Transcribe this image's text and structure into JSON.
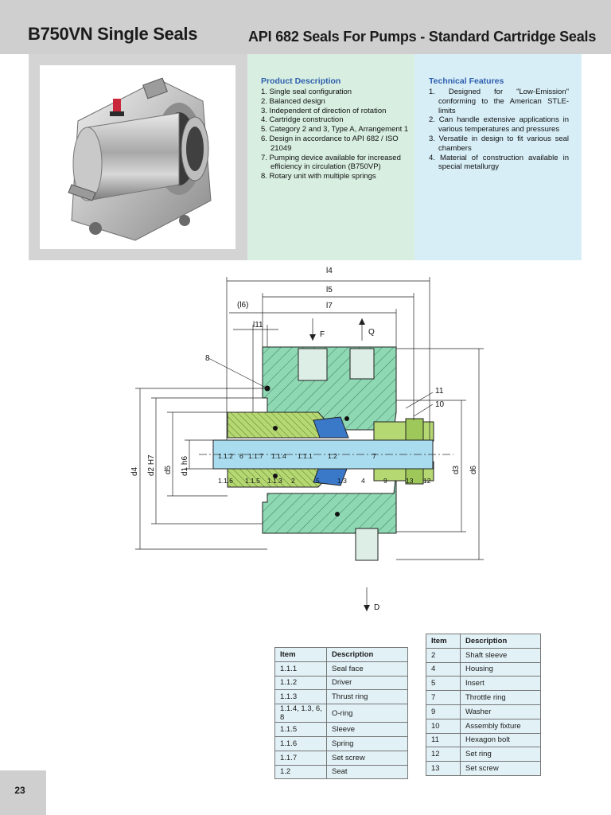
{
  "header": {
    "title_left": "B750VN Single Seals",
    "title_right": "API 682 Seals For Pumps - Standard Cartridge Seals"
  },
  "product_description": {
    "heading": "Product Description",
    "items": [
      "1. Single seal configuration",
      "2. Balanced design",
      "3. Independent of direction of rotation",
      "4. Cartridge construction",
      "5. Category 2 and 3, Type A, Arrangement 1",
      "6. Design in accordance to API 682 / ISO 21049",
      "7. Pumping device available for increased efficiency in circulation (B750VP)",
      "8. Rotary unit with multiple springs"
    ]
  },
  "technical_features": {
    "heading": "Technical Features",
    "items": [
      "1. Designed for \"Low-Emission\" conforming to the American STLE-limits",
      "2. Can handle extensive applications in various temperatures and pressures",
      "3. Versatile in design to fit various seal chambers",
      "4. Material of construction available in special metallurgy"
    ]
  },
  "drawing": {
    "dimensions": {
      "l4": "l4",
      "l5": "l5",
      "l6": "(l6)",
      "l7": "l7",
      "l11": "l11",
      "d4": "d4",
      "d2": "d2 H7",
      "d5": "d5",
      "d1": "d1 h6",
      "d3": "d3",
      "d6": "d6"
    },
    "flow": {
      "F": "F",
      "Q": "Q",
      "D": "D"
    },
    "top_labels": [
      "1.1.2",
      "6",
      "1.1.7",
      "1.1.4",
      "1.1.1",
      "1.2",
      "7"
    ],
    "bottom_labels": [
      "1.1.6",
      "1.1.5",
      "1.1.3",
      "2",
      "5",
      "1.3",
      "4",
      "9",
      "13",
      "12"
    ],
    "callouts": [
      "8",
      "11",
      "10"
    ]
  },
  "parts_left": {
    "headers": [
      "Item",
      "Description"
    ],
    "rows": [
      [
        "1.1.1",
        "Seal face"
      ],
      [
        "1.1.2",
        "Driver"
      ],
      [
        "1.1.3",
        "Thrust ring"
      ],
      [
        "1.1.4, 1.3, 6, 8",
        "O-ring"
      ],
      [
        "1.1.5",
        "Sleeve"
      ],
      [
        "1.1.6",
        "Spring"
      ],
      [
        "1.1.7",
        "Set screw"
      ],
      [
        "1.2",
        "Seat"
      ]
    ]
  },
  "parts_right": {
    "headers": [
      "Item",
      "Description"
    ],
    "rows": [
      [
        "2",
        "Shaft sleeve"
      ],
      [
        "4",
        "Housing"
      ],
      [
        "5",
        "Insert"
      ],
      [
        "7",
        "Throttle ring"
      ],
      [
        "9",
        "Washer"
      ],
      [
        "10",
        "Assembly fixture"
      ],
      [
        "11",
        "Hexagon bolt"
      ],
      [
        "12",
        "Set ring"
      ],
      [
        "13",
        "Set screw"
      ]
    ]
  },
  "page_number": "23",
  "colors": {
    "header_gray": "#cfcfcf",
    "heading_blue": "#2f5fae",
    "desc_panel": "#d7eee0",
    "feat_panel": "#d7eef7",
    "shaft_blue": "#a9dcef",
    "housing_green": "#8fd8b4",
    "rotary_green": "#b5d873",
    "insert_blue": "#3a78c8"
  }
}
